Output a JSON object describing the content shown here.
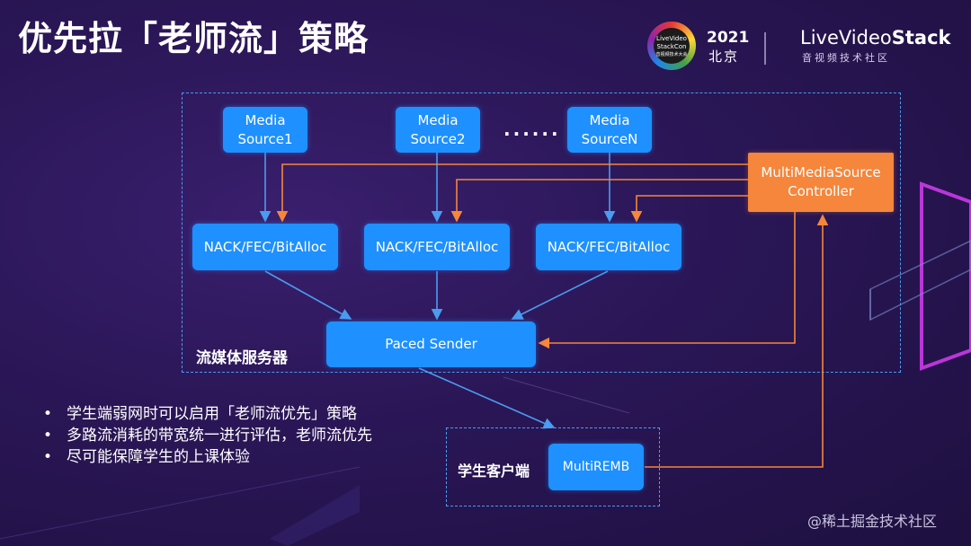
{
  "slide": {
    "title": "优先拉「老师流」策略"
  },
  "header": {
    "conference_logo_lines": [
      "LiveVideo",
      "StackCon",
      "音视频技术大会"
    ],
    "year": "2021",
    "city": "北京",
    "brand_prefix": "Live",
    "brand_middle": "Video",
    "brand_bold": "Stack",
    "brand_subtitle": "音视频技术社区"
  },
  "diagram": {
    "sources": [
      {
        "line1": "Media",
        "line2": "Source1"
      },
      {
        "line1": "Media",
        "line2": "Source2"
      },
      {
        "line1": "Media",
        "line2": "SourceN"
      }
    ],
    "ellipsis": "......",
    "controller": {
      "line1": "MultiMediaSource",
      "line2": "Controller"
    },
    "nack_blocks": [
      "NACK/FEC/BitAlloc",
      "NACK/FEC/BitAlloc",
      "NACK/FEC/BitAlloc"
    ],
    "paced_sender": "Paced Sender",
    "server_label": "流媒体服务器",
    "client_label": "学生客户端",
    "multiremb": "MultiREMB"
  },
  "bullets": [
    "学生端弱网时可以启用「老师流优先」策略",
    "多路流消耗的带宽统一进行评估，老师流优先",
    "尽可能保障学生的上课体验"
  ],
  "watermark": "@稀土掘金技术社区",
  "colors": {
    "background": "#2a1656",
    "node_blue": "#1e90ff",
    "node_orange": "#f5863b",
    "arrow_blue": "#4a9cf0",
    "arrow_orange": "#f5863b",
    "dashed_border": "#4a9cf0"
  }
}
